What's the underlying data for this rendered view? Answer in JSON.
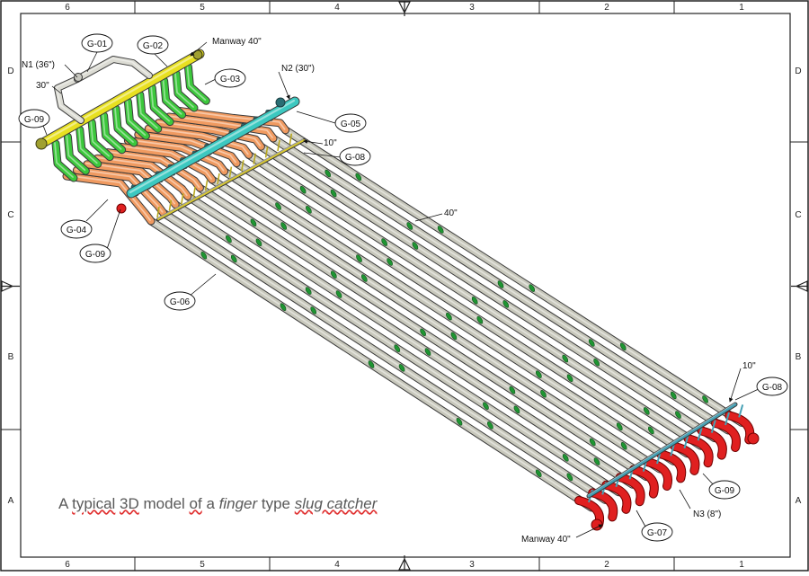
{
  "frame": {
    "top_columns": [
      "6",
      "5",
      "4",
      "3",
      "2",
      "1"
    ],
    "bottom_columns": [
      "6",
      "5",
      "4",
      "3",
      "2",
      "1"
    ],
    "left_rows": [
      "D",
      "C",
      "B",
      "A"
    ],
    "right_rows": [
      "D",
      "C",
      "B",
      "A"
    ]
  },
  "caption": {
    "part1": "A ",
    "part2": "typical",
    "part3": " ",
    "part4": "3D",
    "part5": " model ",
    "part6": "of",
    "part7": " a ",
    "part8": "finger",
    "part9": " type ",
    "part10": "slug catcher"
  },
  "tags": {
    "g01": "G-01",
    "g02": "G-02",
    "g03": "G-03",
    "g04": "G-04",
    "g05": "G-05",
    "g06": "G-06",
    "g07": "G-07",
    "g08_top": "G-08",
    "g08_bottom": "G-08",
    "g09_left": "G-09",
    "g09_mid": "G-09",
    "g09_right": "G-09"
  },
  "notes": {
    "manway_top": "Manway 40\"",
    "manway_bottom": "Manway 40\"",
    "n1": "N1 (36\")",
    "n2": "N2 (30\")",
    "n3": "N3 (8\")",
    "size_30": "30\"",
    "size_10_top": "10\"",
    "size_10_bottom": "10\"",
    "size_40": "40\""
  },
  "colors": {
    "inlet_header": "#e8e020",
    "inlet_branches": "#3cc83c",
    "distribution_pipes": "#f09a60",
    "vapor_header": "#3cc8c0",
    "fingers": "#c8c8bc",
    "end_caps": "#e02020",
    "equalizer": "#46a0b4",
    "rings": "#1e9632"
  }
}
